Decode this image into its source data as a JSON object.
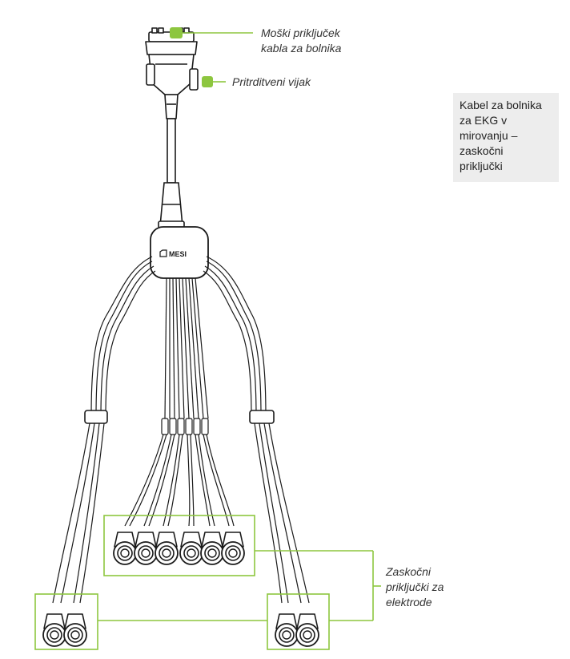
{
  "labels": {
    "connector": "Moški priključek\nkabla za bolnika",
    "screw": "Pritrditveni vijak",
    "snaps": "Zaskočni\npriključki za\nelektrode"
  },
  "info_box": "Kabel za bolnika\nza EKG v\nmirovanju –\nzaskočni\npriključki",
  "logo_text": "MESI",
  "colors": {
    "accent": "#8dc63f",
    "outline": "#1a1a1a",
    "info_bg": "#ededed"
  }
}
